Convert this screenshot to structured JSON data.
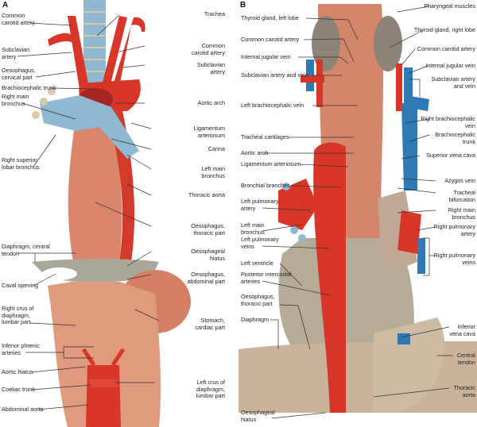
{
  "figure": {
    "panels": [
      {
        "id": "A",
        "letter": "A",
        "labels_left": [
          "Common\ncarotid artery",
          "Subclavian\nartery",
          "Oesophagus,\ncervical part",
          "Brachiocephalic trunk",
          "Right main\nbronchus",
          "Right superior\nlobar bronchus",
          "Diaphragm, central\ntendon",
          "Caval opening",
          "Right crus of\ndiaphragm,\nlumbar part",
          "Inferior phrenic\narteries",
          "Aortic hiatus",
          "Coeliac trunk",
          "Abdominal aorta"
        ],
        "labels_right": [
          "Trachea",
          "Common\ncarotid artery",
          "Subclavian\nartery",
          "Aortic arch",
          "Ligamentum\narteriosum",
          "Carina",
          "Left main\nbronchus",
          "Thoracic aorta",
          "Oesophagus,\nthoracic part",
          "Oesophageal\nhiatus",
          "Oesophagus,\nabdominal part",
          "Stomach,\ncardiac part",
          "Left crus of\ndiaphragm,\nlumbar part"
        ]
      },
      {
        "id": "B",
        "letter": "B",
        "labels_left": [
          "Thyroid gland, left lobe",
          "Common carotid artery",
          "Internal jugular vein",
          "Subclavian artery and vein",
          "Left brachiocephalic vein",
          "Tracheal cartilages",
          "Aortic arch",
          "Ligamentum arteriosum",
          "Bronchial branches",
          "Left pulmonary\nartery",
          "Left main\nbronchus",
          "Left pulmonary\nveins",
          "Left ventricle",
          "Posterior intercostal\narteries",
          "Oesophagus,\nthoracic part",
          "Diaphragm",
          "Oesophageal\nhiatus"
        ],
        "labels_right": [
          "Pharyngeal muscles",
          "Thyroid gland, right lobe",
          "Common carotid artery",
          "Internal jugular vein",
          "Subclavian artery\nand vein",
          "Right brachiocephalic\nvein",
          "Brachiocephalic\ntrunk",
          "Superior vena cava",
          "Azygos vein",
          "Tracheal\nbifurcation",
          "Right main\nbronchus",
          "Right pulmonary\nartery",
          "Right pulmonary\nveins",
          "Inferior\nvena cava",
          "Central\ntendon",
          "Thoracic\naorta"
        ]
      }
    ],
    "colors": {
      "artery": "#d9362a",
      "vein": "#2f79b5",
      "trachea": "#8fb9d2",
      "muscle": "#d9866a",
      "tendon": "#cbb8a0",
      "heart": "#b6ab98"
    }
  }
}
